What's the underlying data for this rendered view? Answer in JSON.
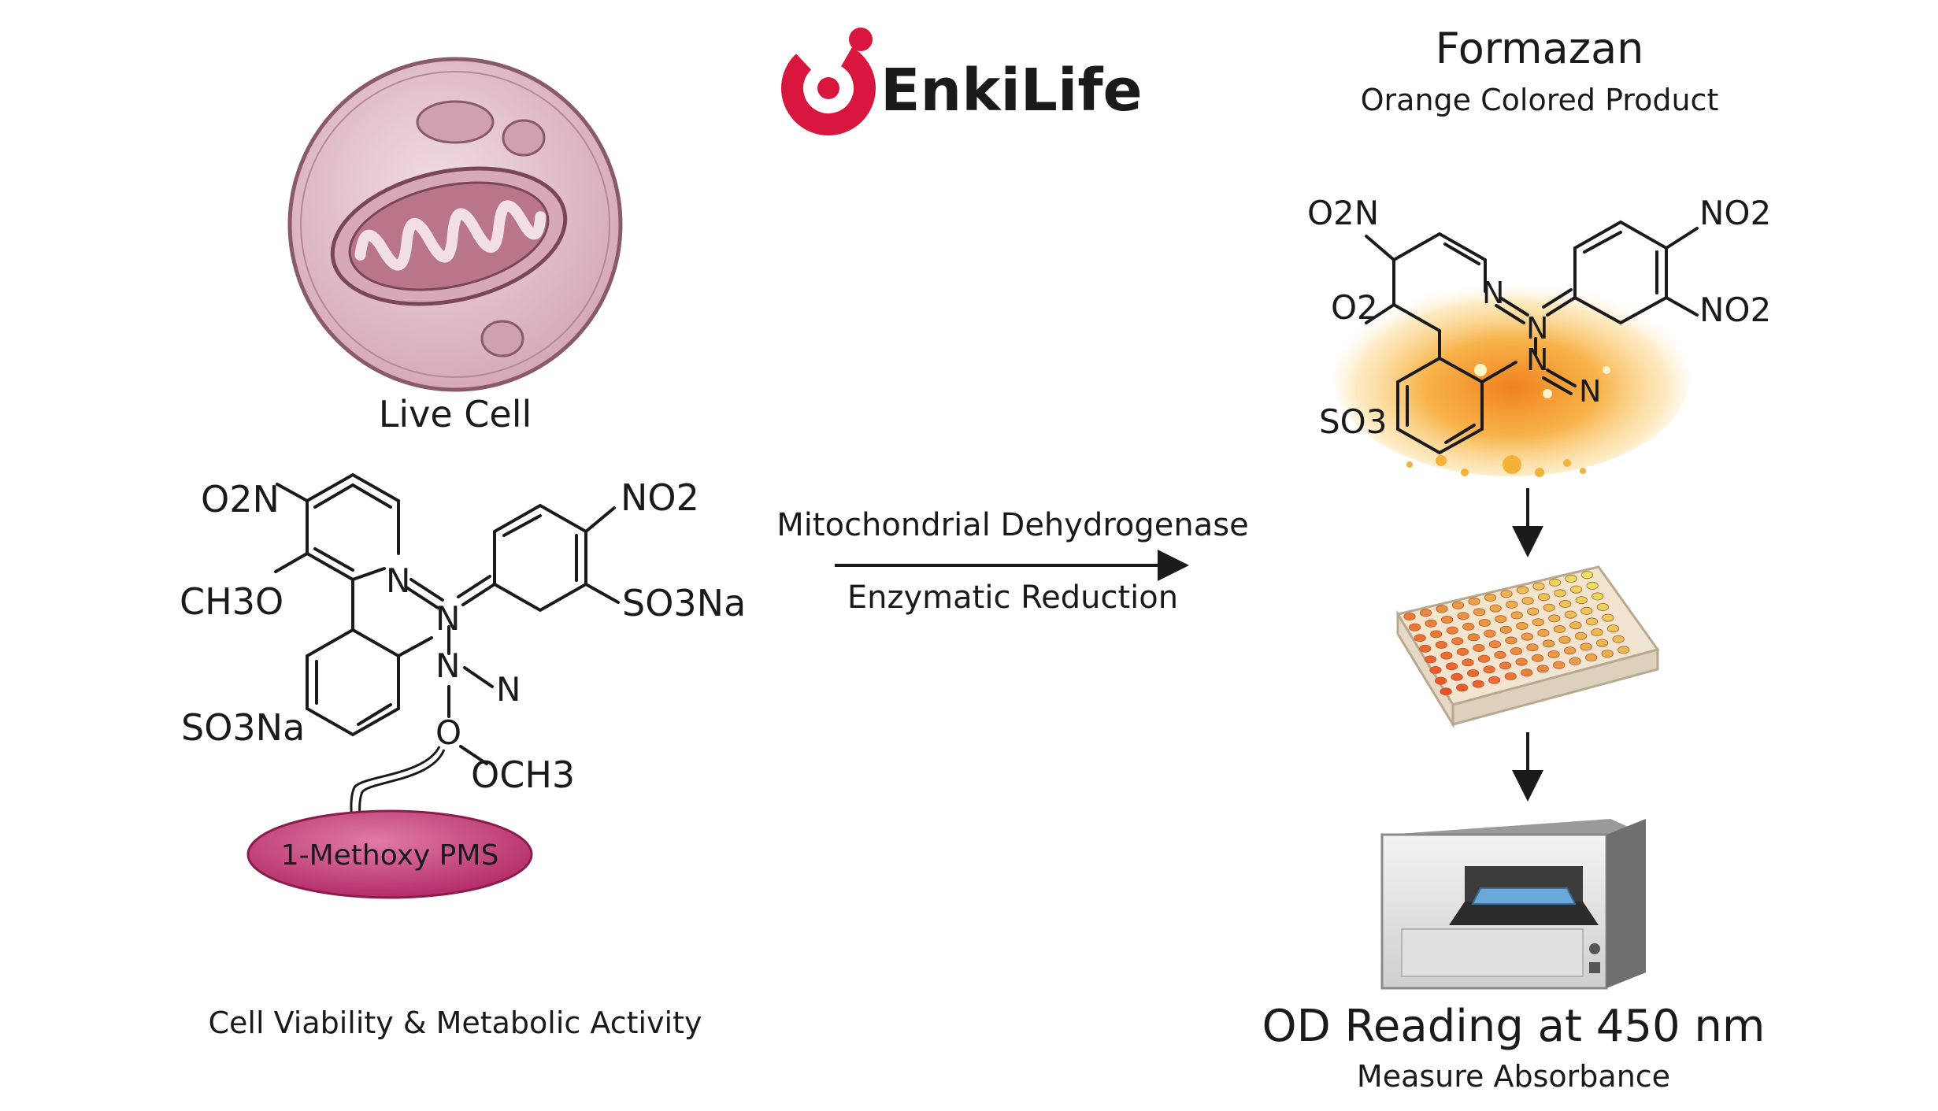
{
  "brand": {
    "name": "EnkiLife",
    "color": "#d9163d"
  },
  "labels": {
    "live_cell": "Live Cell",
    "cell_viability": "Cell Viability & Metabolic Activity",
    "pms": "1-Methoxy PMS",
    "arrow_top": "Mitochondrial Dehydrogenase",
    "arrow_bottom": "Enzymatic Reduction",
    "formazan_title": "Formazan",
    "formazan_sub": "Orange Colored Product",
    "od_title": "OD Reading at 450 nm",
    "od_sub": "Measure Absorbance"
  },
  "wst8_atoms": {
    "o2n": "O2N",
    "ch3o": "CH3O",
    "no2": "NO2",
    "so3na_right": "SO3Na",
    "so3na_left": "SO3Na",
    "n_plus": "N",
    "n_double": "N",
    "n_single": "N",
    "n_terminal": "N",
    "o_link": "O",
    "och3": "OCH3"
  },
  "formazan_atoms": {
    "o2n": "O2N",
    "o2": "O2",
    "no2_top": "NO2",
    "no2_mid": "NO2",
    "so3": "SO3",
    "n1": "N",
    "n2": "N",
    "n3": "N",
    "n4": "N"
  },
  "colors": {
    "cell_fill": "#e4c3cd",
    "cell_stroke": "#8a5a68",
    "pms_fill": "#c33a72",
    "orange": "#f39a1e",
    "arrow": "#1a1a1a"
  }
}
